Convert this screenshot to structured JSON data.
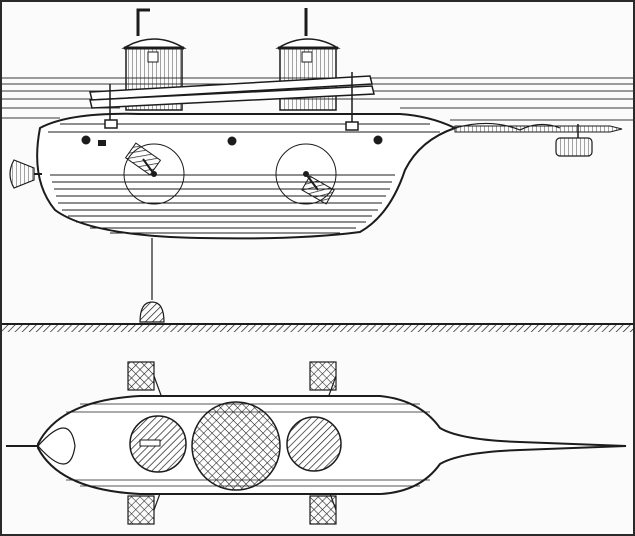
{
  "image": {
    "kind": "engraving",
    "subject": "submarine",
    "views": [
      "side-elevation",
      "plan-view"
    ],
    "ink_color": "#1c1c1c",
    "paper_color": "#fbfbfb",
    "border_color": "#2a2a2a"
  },
  "side_view": {
    "turrets": 2,
    "portholes": 4,
    "propeller_wheels": 2,
    "anchor_weight": 1,
    "bow_spar_with_torpedo": true
  },
  "plan_view": {
    "hatched_circles": 3,
    "side_fins": 4,
    "pointed_bow_spar": true
  }
}
